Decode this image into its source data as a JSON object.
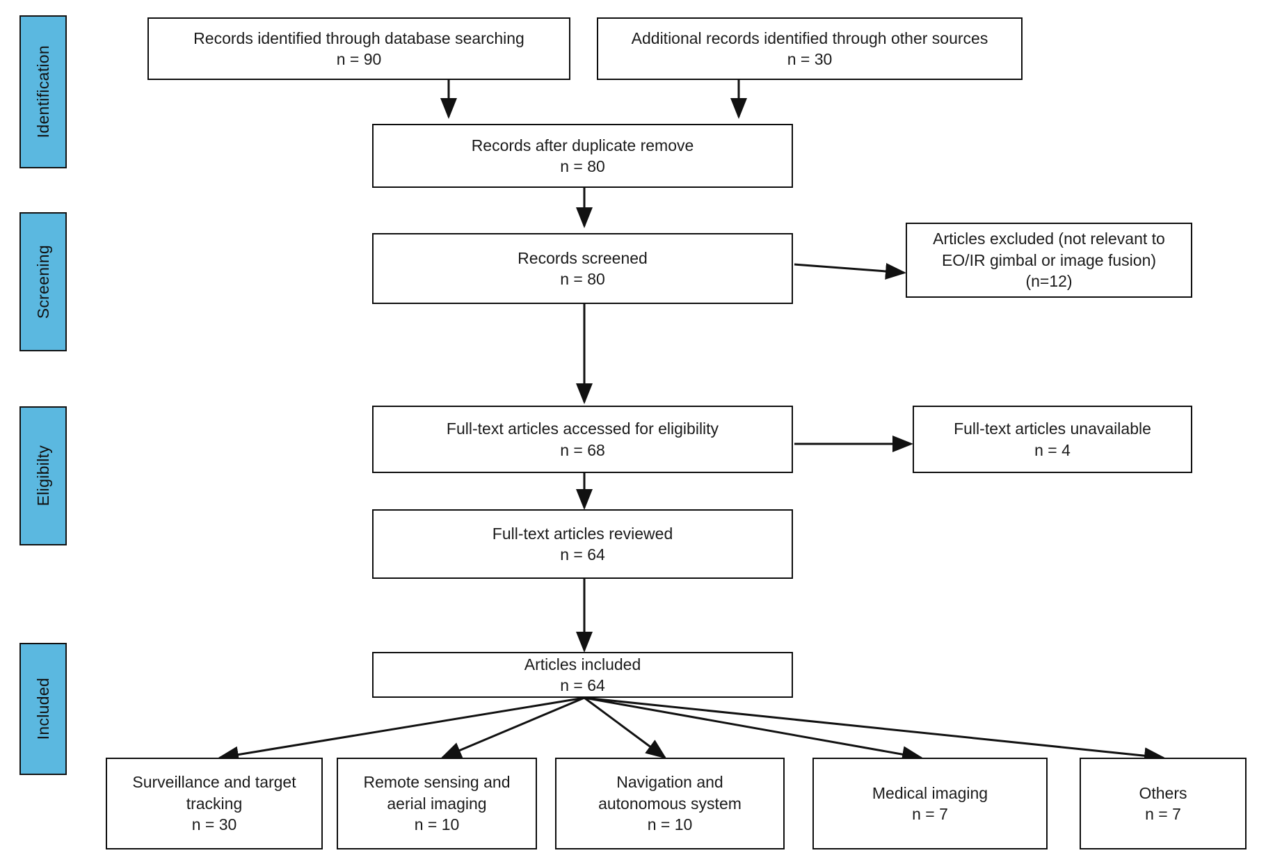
{
  "diagram": {
    "title": "PRISMA flow diagram",
    "accent_color": "#5BB8E0",
    "border_color": "#0d0d0d",
    "background_color": "#ffffff"
  },
  "phases": [
    {
      "id": "identification",
      "label": "Identification"
    },
    {
      "id": "screening",
      "label": "Screening"
    },
    {
      "id": "eligibility",
      "label": "Eligibilty"
    },
    {
      "id": "included",
      "label": "Included"
    }
  ],
  "nodes": {
    "database_search": {
      "lines": [
        "Records identified through database searching"
      ],
      "count": "n = 90"
    },
    "other_sources": {
      "lines": [
        "Additional records identified through other sources"
      ],
      "count": "n = 30"
    },
    "after_duplicates": {
      "lines": [
        "Records after duplicate remove"
      ],
      "count": "n = 80"
    },
    "records_screened": {
      "lines": [
        "Records screened"
      ],
      "count": "n = 80"
    },
    "articles_excluded": {
      "lines": [
        "Articles excluded (not relevant to",
        "EO/IR gimbal or image fusion)"
      ],
      "count": "(n=12)"
    },
    "fulltext_eligibility": {
      "lines": [
        "Full-text articles accessed for eligibility"
      ],
      "count": "n = 68"
    },
    "fulltext_unavailable": {
      "lines": [
        "Full-text articles unavailable"
      ],
      "count": "n = 4"
    },
    "fulltext_reviewed": {
      "lines": [
        "Full-text articles reviewed"
      ],
      "count": "n = 64"
    },
    "articles_included": {
      "lines": [
        "Articles included"
      ],
      "count": "n = 64"
    }
  },
  "categories": [
    {
      "id": "surveillance",
      "lines": [
        "Surveillance and target",
        "tracking"
      ],
      "count": "n = 30"
    },
    {
      "id": "remote-sensing",
      "lines": [
        "Remote sensing and",
        "aerial imaging"
      ],
      "count": "n = 10"
    },
    {
      "id": "navigation",
      "lines": [
        "Navigation and",
        "autonomous system"
      ],
      "count": "n = 10"
    },
    {
      "id": "medical-imaging",
      "lines": [
        "Medical imaging"
      ],
      "count": "n = 7"
    },
    {
      "id": "others",
      "lines": [
        "Others"
      ],
      "count": "n = 7"
    }
  ]
}
